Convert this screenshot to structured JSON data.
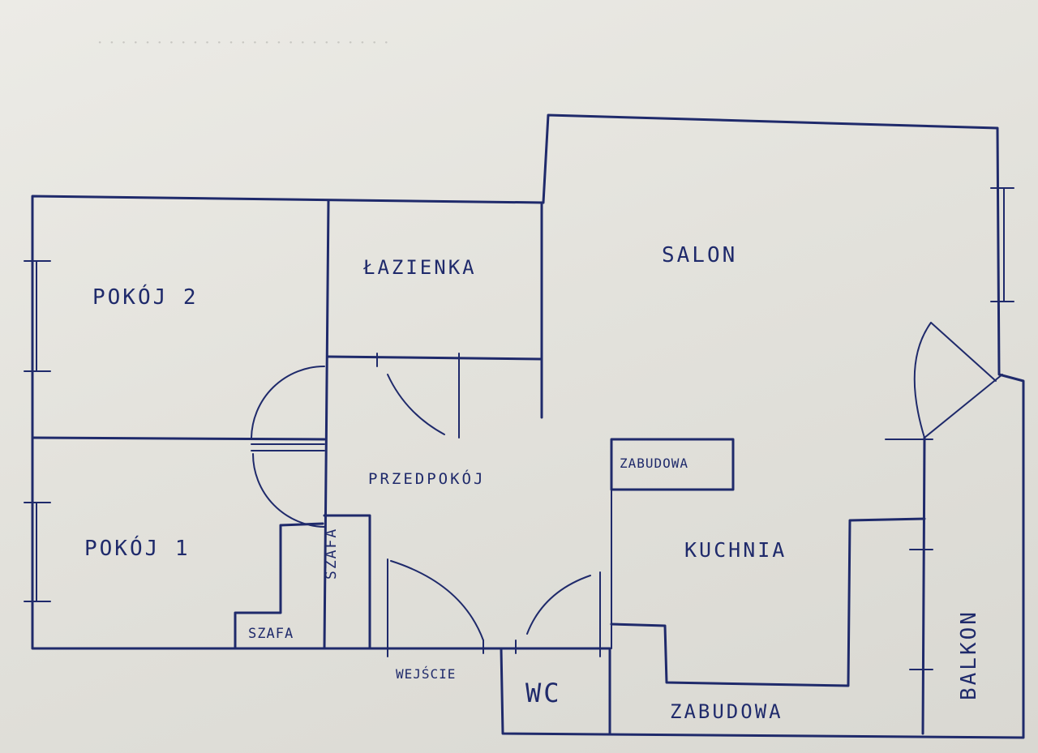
{
  "rooms": {
    "pokoj2": "POKÓJ 2",
    "lazienka": "ŁAZIENKA",
    "salon": "SALON",
    "pokoj1": "POKÓJ 1",
    "przedpokoj": "PRZEDPOKÓJ",
    "zabudowa_top": "ZABUDOWA",
    "kuchnia": "KUCHNIA",
    "szafa_vertical": "SZAFA",
    "szafa_bottom": "SZAFA",
    "wejscie": "WEJŚCIE",
    "wc": "WC",
    "zabudowa_bottom": "ZABUDOWA",
    "balkon": "BALKON"
  }
}
